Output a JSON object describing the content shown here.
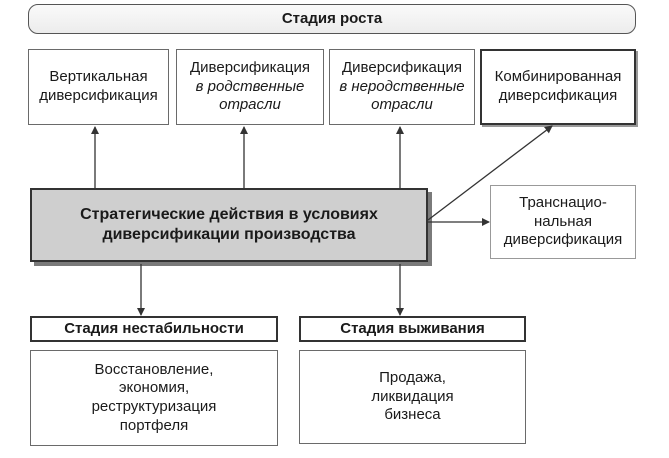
{
  "growth_stage": {
    "title": "Стадия роста"
  },
  "branches": [
    {
      "lines": [
        "Вертикальная",
        "диверсификация"
      ],
      "italic": []
    },
    {
      "lines": [
        "Диверсификация",
        "в родственные",
        "отрасли"
      ],
      "italic": [
        1,
        2
      ]
    },
    {
      "lines": [
        "Диверсификация",
        "в неродственные",
        "отрасли"
      ],
      "italic": [
        1,
        2
      ]
    },
    {
      "lines": [
        "Комбинированная",
        "диверсификация"
      ],
      "italic": []
    }
  ],
  "central": {
    "lines": [
      "Стратегические  действия в условиях",
      "диверсификации производства"
    ]
  },
  "transnational": {
    "lines": [
      "Транснацио-",
      "нальная",
      "диверсификация"
    ]
  },
  "instability_stage": {
    "title": "Стадия  нестабильности",
    "body": [
      "Восстановление,",
      "экономия,",
      "реструктуризация",
      "портфеля"
    ]
  },
  "survival_stage": {
    "title": "Стадия  выживания",
    "body": [
      "Продажа,",
      "ликвидация",
      "бизнеса"
    ]
  }
}
